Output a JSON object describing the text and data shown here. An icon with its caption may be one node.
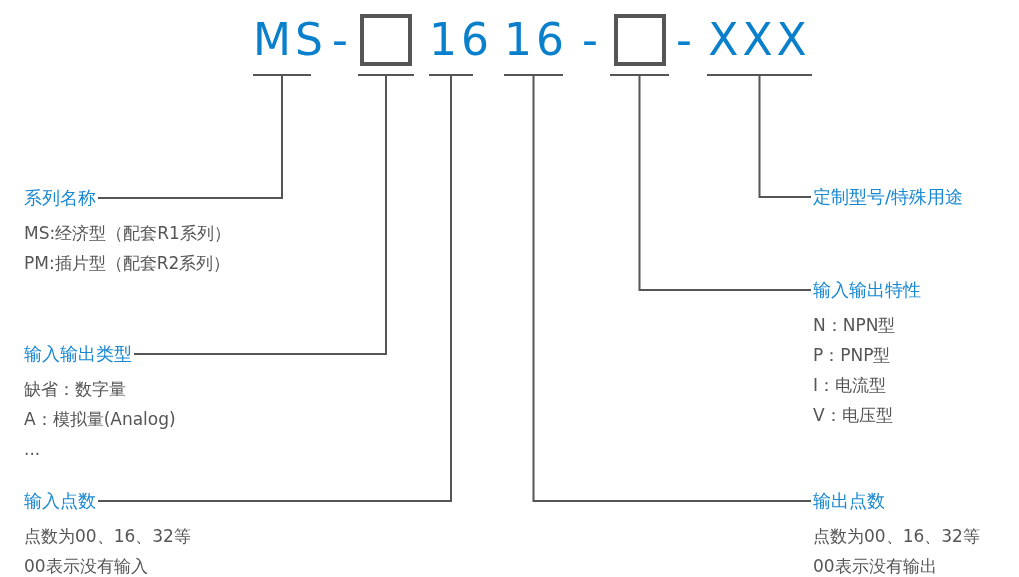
{
  "diagram": {
    "nodes": [
      {
        "text": [
          "MS"
        ]
      },
      {
        "text": [],
        "shape": "box"
      },
      {
        "text": [
          "16"
        ]
      },
      {
        "text": [
          "16"
        ]
      },
      {
        "text": [],
        "shape": "box"
      },
      {
        "text": [
          "XXX"
        ]
      },
      {
        "text": [
          "系列名称"
        ],
        "beside": [
          "MS:经济型（配套R1系列）",
          "PM:插片型（配套R2系列）"
        ]
      },
      {
        "text": [
          "输入输出类型"
        ],
        "beside": [
          "缺省：数字量",
          "A：模拟量(Analog)",
          "..."
        ]
      },
      {
        "text": [
          "输入点数"
        ],
        "beside": [
          "点数为00、16、32等",
          "00表示没有输入"
        ]
      },
      {
        "text": [
          "定制型号/特殊用途"
        ]
      },
      {
        "text": [
          "输入输出特性"
        ],
        "beside": [
          "N：NPN型",
          "P：PNP型",
          "I：电流型",
          "V：电压型"
        ]
      },
      {
        "text": [
          "输出点数"
        ],
        "beside": [
          "点数为00、16、32等",
          "00表示没有输出"
        ]
      }
    ],
    "edges": [
      {
        "from": 0,
        "to": 6,
        "arrow": "none"
      },
      {
        "from": 1,
        "to": 7,
        "arrow": "none"
      },
      {
        "from": 2,
        "to": 8,
        "arrow": "none"
      },
      {
        "from": 3,
        "to": 11,
        "arrow": "none"
      },
      {
        "from": 4,
        "to": 10,
        "arrow": "none"
      },
      {
        "from": 5,
        "to": 9,
        "arrow": "none"
      }
    ],
    "labels": [
      "-",
      "-",
      "-"
    ]
  }
}
